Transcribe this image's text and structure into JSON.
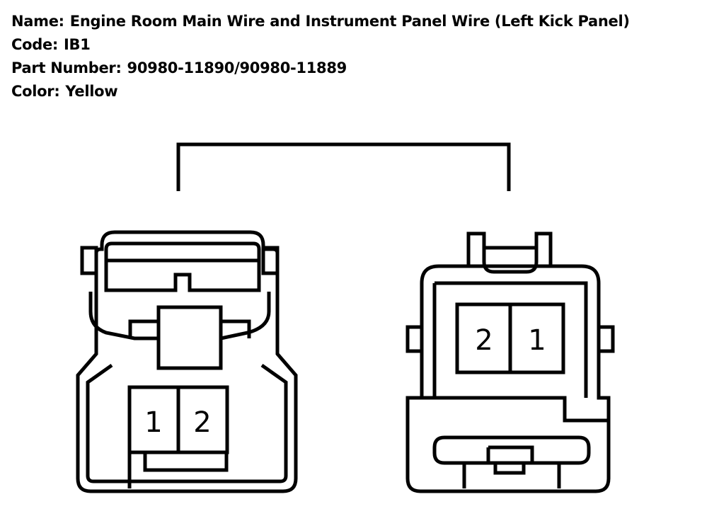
{
  "info": {
    "name_label": "Name:",
    "name_value": "Engine Room Main Wire and Instrument Panel Wire (Left Kick Panel)",
    "code_label": "Code:",
    "code_value": "IB1",
    "part_label": "Part Number:",
    "part_value": "90980-11890/90980-11889",
    "color_label": "Color:",
    "color_value": "Yellow"
  },
  "left_connector": {
    "pins": [
      "1",
      "2"
    ]
  },
  "right_connector": {
    "pins": [
      "2",
      "1"
    ]
  }
}
